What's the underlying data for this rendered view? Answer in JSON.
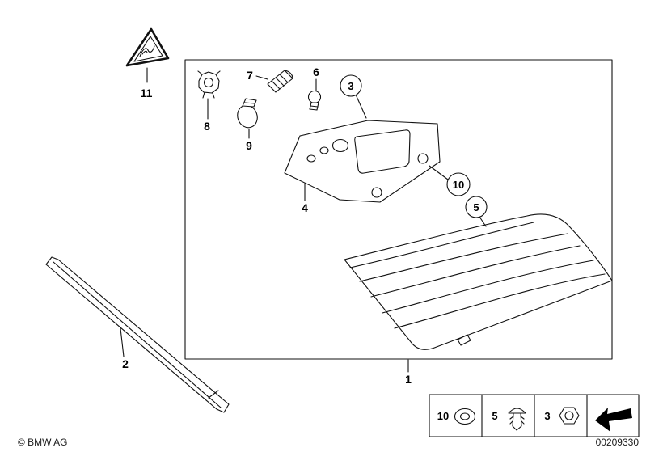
{
  "page": {
    "background": "#ffffff",
    "line_color": "#111111",
    "copyright": "© BMW AG",
    "document_number": "00209330"
  },
  "callouts": {
    "item1": "1",
    "item2": "2",
    "item3": "3",
    "item4": "4",
    "item5": "5",
    "item6": "6",
    "item7": "7",
    "item8": "8",
    "item9": "9",
    "item10": "10",
    "item11": "11"
  },
  "legend": {
    "cells": [
      {
        "label": "10",
        "icon": "grommet-icon"
      },
      {
        "label": "5",
        "icon": "expanding-rivet-icon"
      },
      {
        "label": "3",
        "icon": "hex-nut-icon"
      }
    ],
    "arrow_icon": "direction-arrow-icon"
  }
}
